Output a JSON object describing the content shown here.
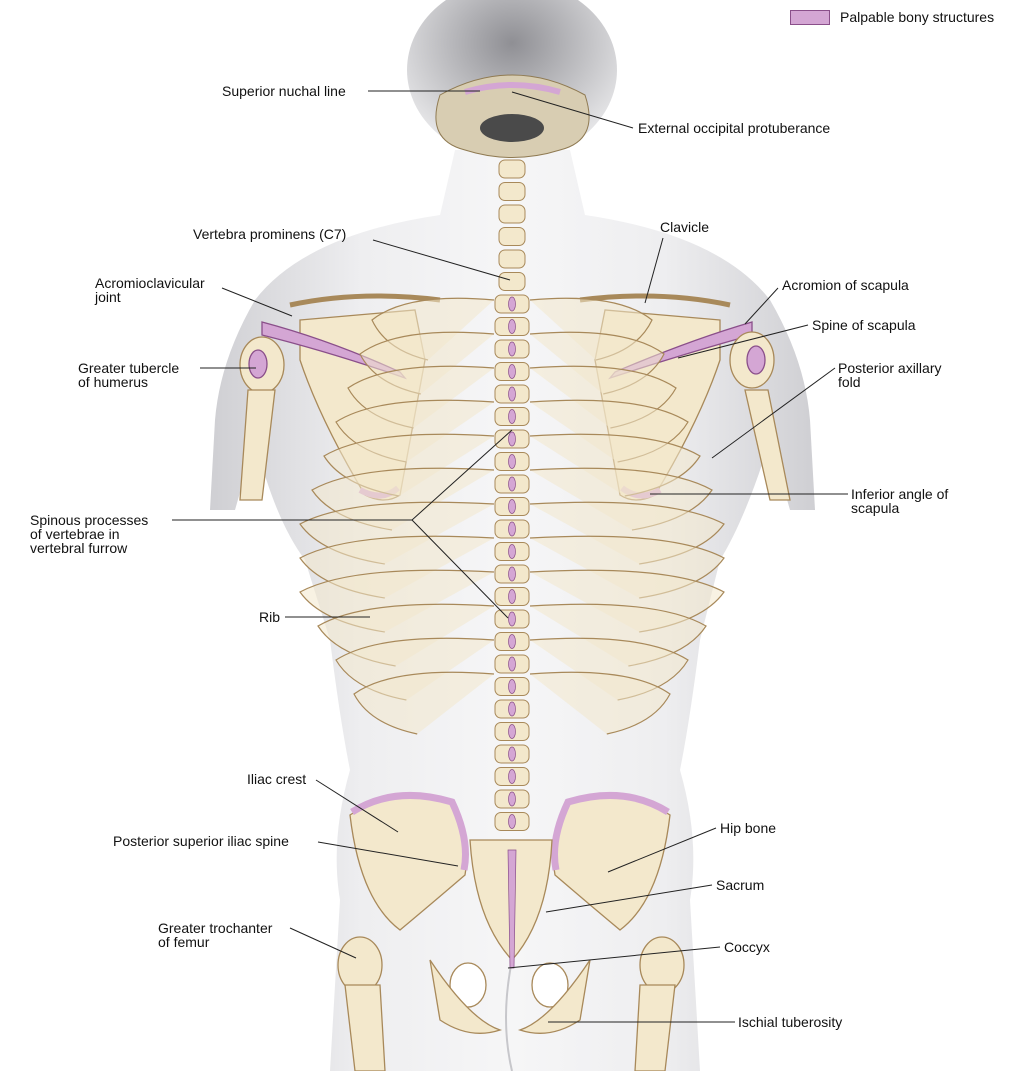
{
  "legend": {
    "label": "Palpable bony structures",
    "color": "#d4a6d4"
  },
  "colors": {
    "bone": "#f3e8cc",
    "bone_outline": "#a8895a",
    "palpable": "#d4a6d4",
    "body": "#dcdcdf",
    "leader": "#222222"
  },
  "labels": {
    "superior_nuchal_line": "Superior nuchal line",
    "external_occipital_protuberance": "External occipital protuberance",
    "vertebra_prominens": "Vertebra prominens (C7)",
    "clavicle": "Clavicle",
    "acromioclavicular_joint": "Acromioclavicular\njoint",
    "acromion_of_scapula": "Acromion of scapula",
    "spine_of_scapula": "Spine of scapula",
    "greater_tubercle_of_humerus": "Greater tubercle\nof humerus",
    "posterior_axillary_fold": "Posterior axillary\nfold",
    "inferior_angle_of_scapula": "Inferior angle of\nscapula",
    "spinous_processes": "Spinous processes\nof vertebrae in\nvertebral furrow",
    "rib": "Rib",
    "iliac_crest": "Iliac crest",
    "hip_bone": "Hip bone",
    "posterior_superior_iliac_spine": "Posterior superior iliac spine",
    "sacrum": "Sacrum",
    "greater_trochanter_of_femur": "Greater trochanter\nof femur",
    "coccyx": "Coccyx",
    "ischial_tuberosity": "Ischial tuberosity"
  }
}
